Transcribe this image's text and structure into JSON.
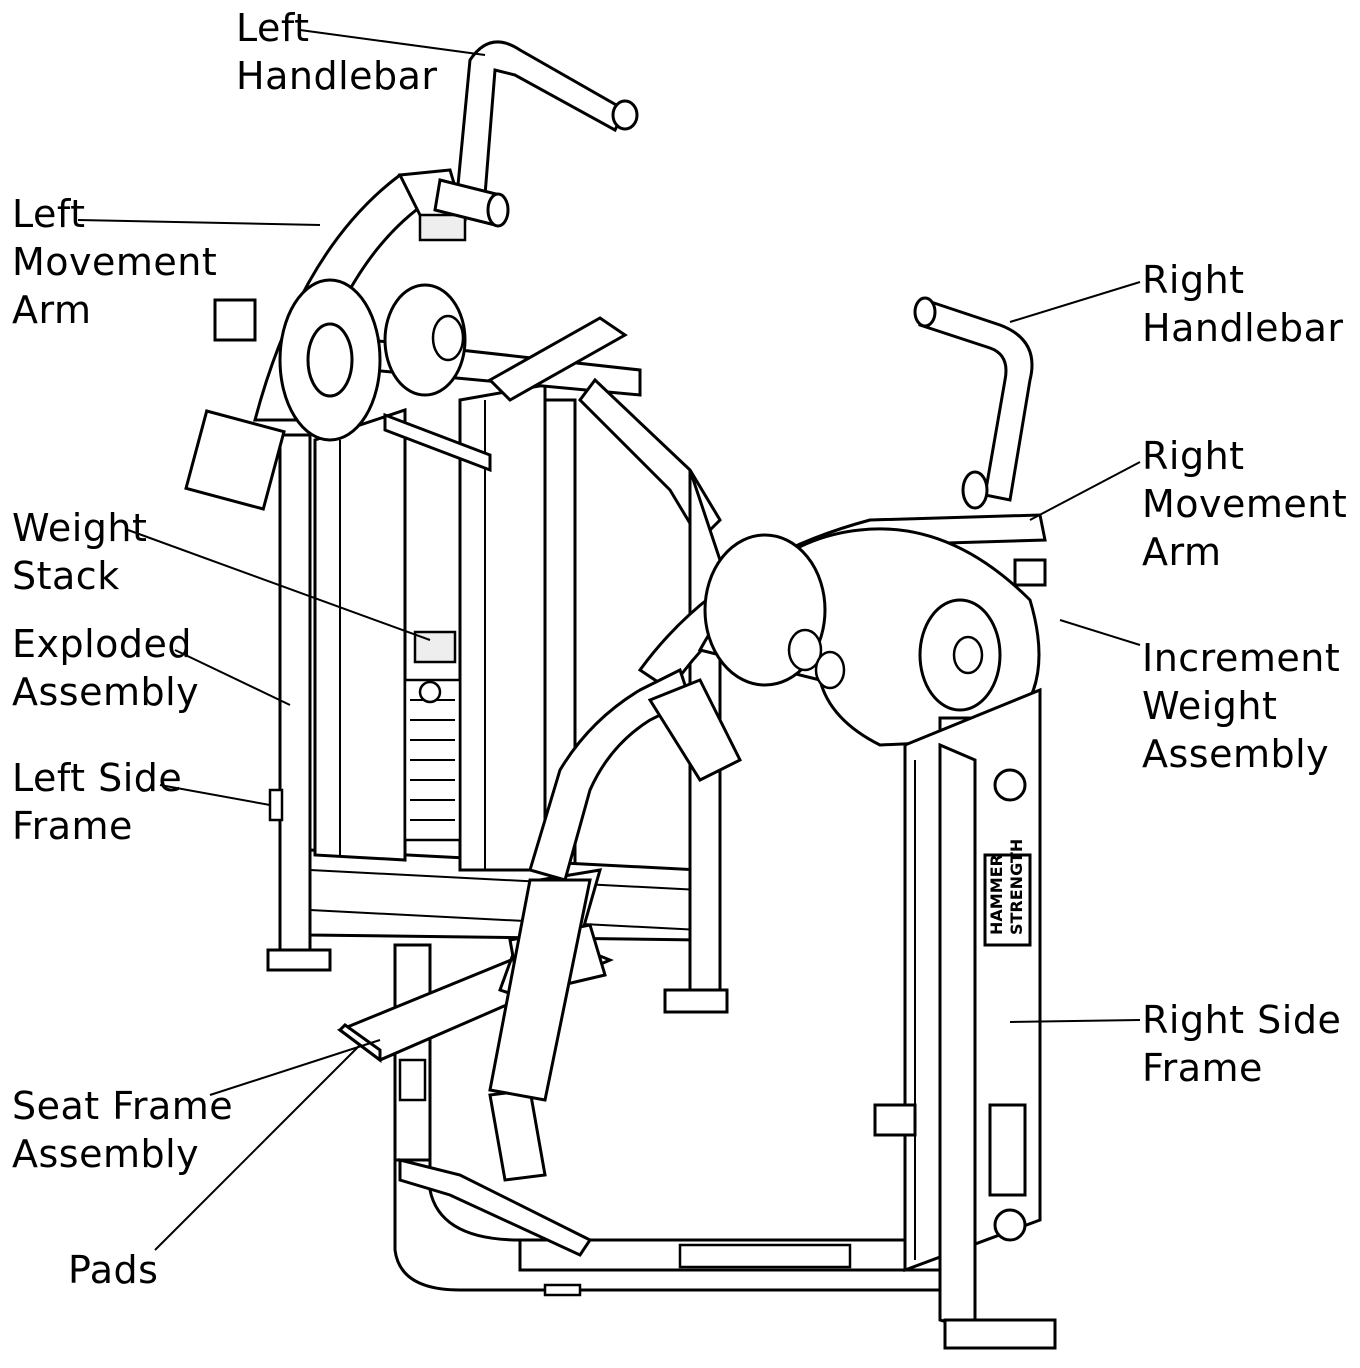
{
  "labels": {
    "left_handlebar": [
      "Left",
      "Handlebar"
    ],
    "left_movement_arm": [
      "Left",
      "Movement",
      "Arm"
    ],
    "right_handlebar": [
      "Right",
      "Handlebar"
    ],
    "right_movement_arm": [
      "Right",
      "Movement",
      "Arm"
    ],
    "weight_stack": [
      "Weight",
      "Stack"
    ],
    "exploded_assembly": [
      "Exploded",
      "Assembly"
    ],
    "left_side_frame": [
      "Left Side",
      "Frame"
    ],
    "increment_weight_assembly": [
      "Increment",
      "Weight",
      "Assembly"
    ],
    "right_side_frame": [
      "Right Side",
      "Frame"
    ],
    "seat_frame_assembly": [
      "Seat Frame",
      "Assembly"
    ],
    "pads": [
      "Pads"
    ]
  },
  "branding": [
    "HAMMER",
    "STRENGTH"
  ]
}
